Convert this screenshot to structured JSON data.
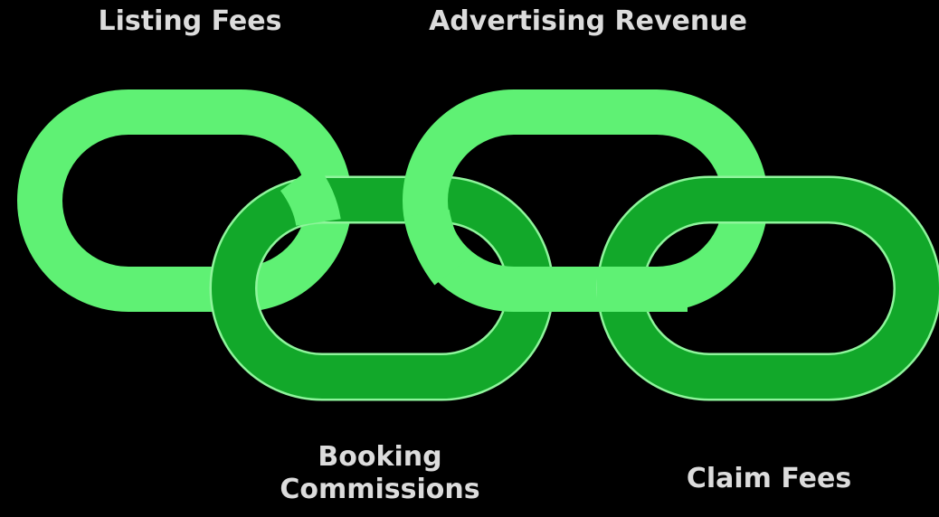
{
  "labels": {
    "listing_fees": "Listing Fees",
    "advertising_revenue": "Advertising Revenue",
    "booking_commissions": "Booking Commissions",
    "claim_fees": "Claim Fees"
  },
  "colors": {
    "background": "#000000",
    "light_link": "#5ff174",
    "dark_link": "#12a82a",
    "outline": "#8ff59c",
    "label_text": "#dcdcdc"
  }
}
